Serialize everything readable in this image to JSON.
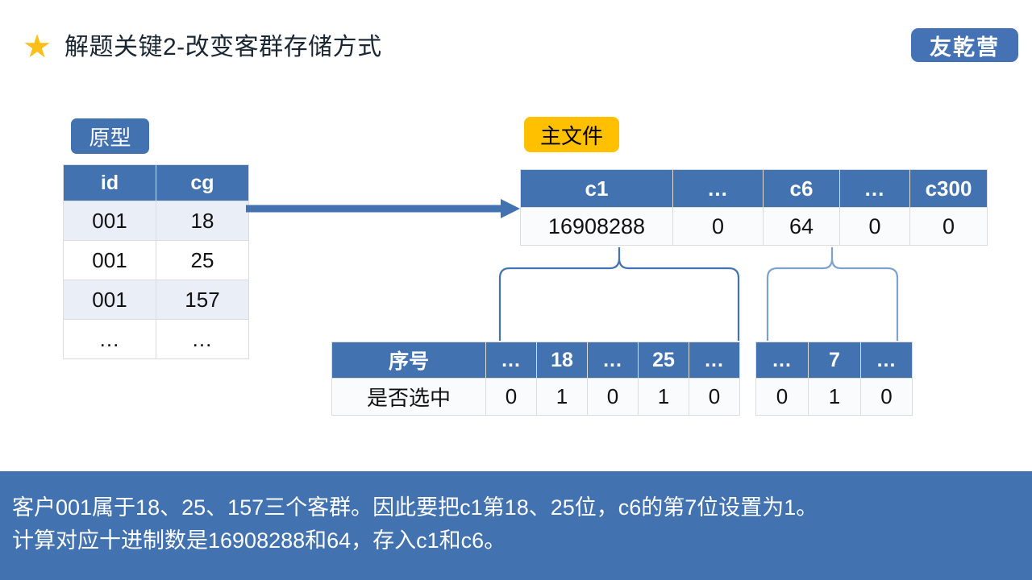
{
  "header": {
    "star_icon": "star-icon",
    "title": "解题关键2-改变客群存储方式",
    "logo_text": "友乾营",
    "logo_color": "#4472b4"
  },
  "badges": {
    "prototype": "原型",
    "main_file": "主文件",
    "prototype_color": "#4272b0",
    "main_file_color": "#ffc000"
  },
  "prototype_table": {
    "headers": [
      "id",
      "cg"
    ],
    "rows": [
      [
        "001",
        "18"
      ],
      [
        "001",
        "25"
      ],
      [
        "001",
        "157"
      ],
      [
        "...",
        "..."
      ]
    ]
  },
  "main_table": {
    "headers": [
      "c1",
      "...",
      "c6",
      "...",
      "c300"
    ],
    "values": [
      "16908288",
      "0",
      "64",
      "0",
      "0"
    ]
  },
  "detail_table_c1": {
    "headers": [
      "序号",
      "...",
      "18",
      "...",
      "25",
      "..."
    ],
    "values": [
      "是否选中",
      "0",
      "1",
      "0",
      "1",
      "0"
    ]
  },
  "detail_table_c6": {
    "headers": [
      "...",
      "7",
      "..."
    ],
    "values": [
      "0",
      "1",
      "0"
    ]
  },
  "caption": {
    "line1": "客户001属于18、25、157三个客群。因此要把c1第18、25位，c6的第7位设置为1。",
    "line2": "计算对应十进制数是16908288和64，存入c1和c6。",
    "background": "#4272b0"
  },
  "connectors": {
    "arrow_label": "flow-arrow",
    "brace_c1_label": "brace-c1",
    "brace_c6_label": "brace-c6",
    "color": "#4272b0"
  }
}
